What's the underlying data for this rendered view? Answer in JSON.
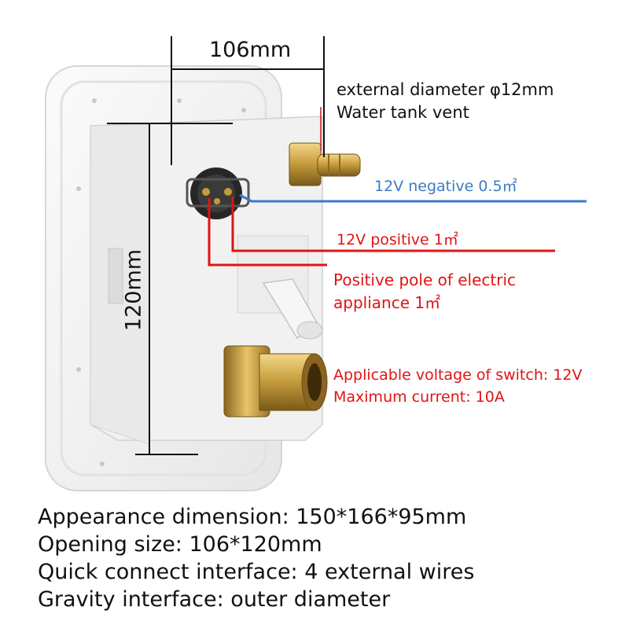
{
  "dimensions": {
    "width_label": "106mm",
    "height_label": "120mm"
  },
  "callouts": {
    "vent_diameter": "external diameter φ12mm",
    "vent_name": "Water tank vent",
    "negative_wire": "12V negative 0.5㎡",
    "positive_wire": "12V positive 1㎡",
    "appliance_line1": "Positive pole of electric",
    "appliance_line2": "appliance 1㎡",
    "switch_voltage": "Applicable voltage of switch: 12V",
    "max_current": "Maximum current: 10A"
  },
  "specs": {
    "appearance": "Appearance dimension: 150*166*95mm",
    "opening": "Opening size: 106*120mm",
    "quick_connect": "Quick connect interface: 4 external wires",
    "gravity": "Gravity interface: outer diameter"
  },
  "colors": {
    "negative_wire": "#3a7cc4",
    "positive_wire": "#e01414",
    "panel": "#f4f4f4",
    "brass": "#c9a040"
  }
}
